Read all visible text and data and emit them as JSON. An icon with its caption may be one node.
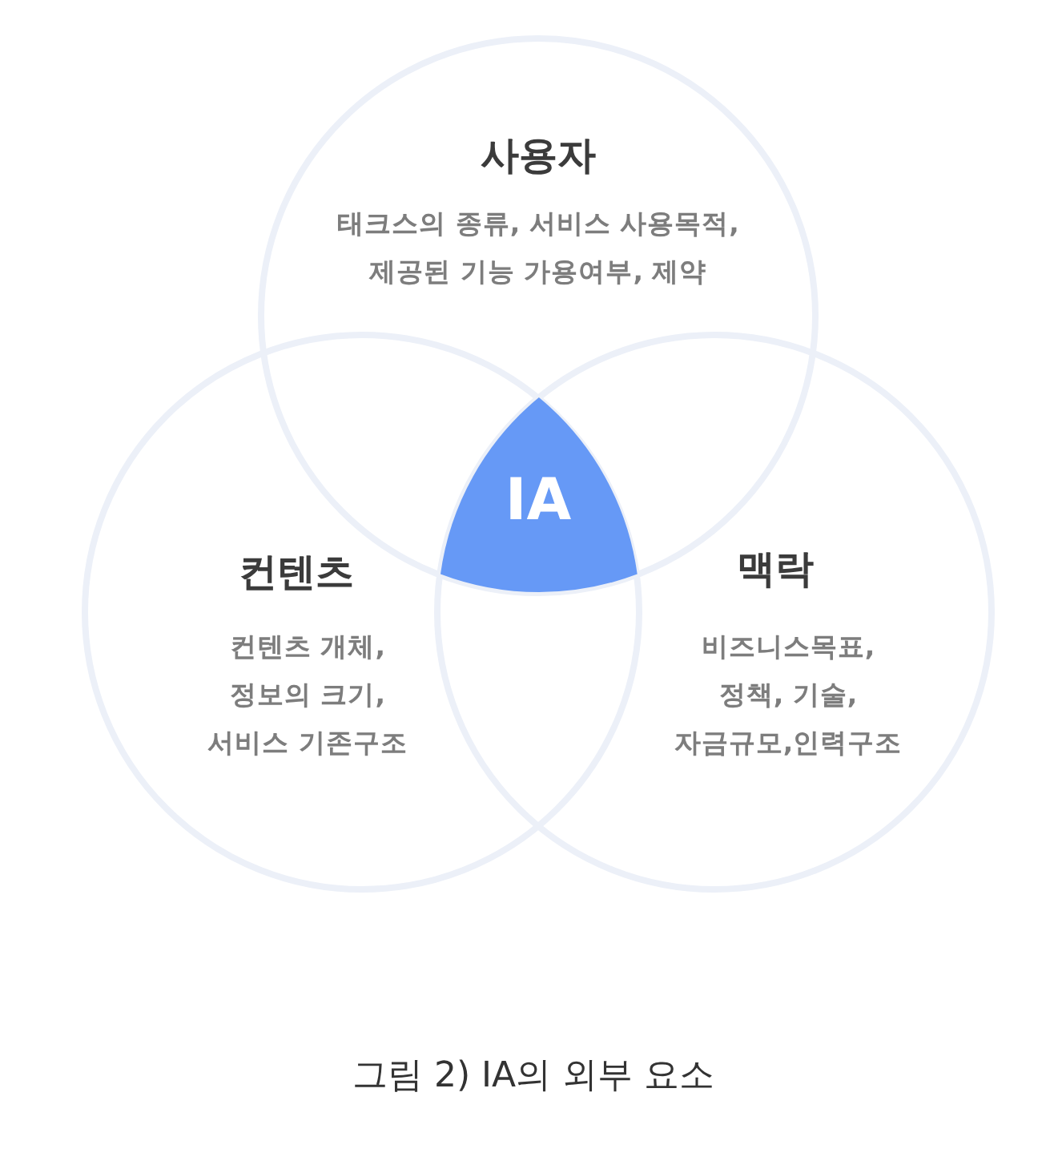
{
  "diagram": {
    "caption": "그림 2) IA의 외부 요소",
    "nodes": [
      {
        "text": [
          "사용자",
          "태크스의 종류, 서비스 사용목적, 제공된 기능 가용여부, 제약"
        ]
      },
      {
        "text": [
          "컨텐츠",
          "컨텐츠 개체, 정보의 크기, 서비스 기존구조"
        ]
      },
      {
        "text": [
          "맥락",
          "비즈니스목표, 정책, 기술, 자금규모,인력구조"
        ]
      },
      {
        "text": [
          "IA"
        ]
      }
    ]
  }
}
